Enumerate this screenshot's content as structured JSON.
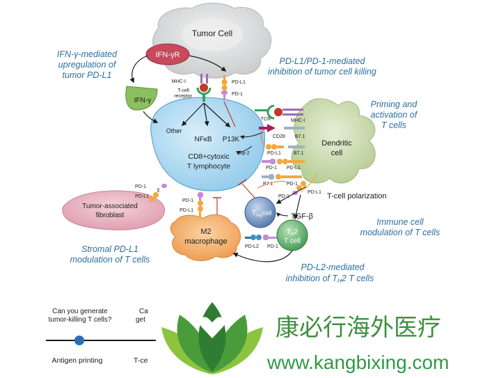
{
  "captions": {
    "ifn_upregulation_l1": "IFN-γ-mediated",
    "ifn_upregulation_l2": "upregulation of",
    "ifn_upregulation_l3": "tumor PD-L1",
    "pdl1_inhibition_l1": "PD-L1/PD-1-mediated",
    "pdl1_inhibition_l2": "inhibition of tumor cell killing",
    "priming_l1": "Priming and",
    "priming_l2": "activation of",
    "priming_l3": "T cells",
    "immune_mod_l1": "Immune cell",
    "immune_mod_l2": "modulation of T cells",
    "stromal_l1": "Stromal PD-L1",
    "stromal_l2": "modulation of T cells",
    "pdl2_l1": "PD-L2-mediated",
    "pdl2_l2_pre": "inhibition of T",
    "pdl2_l2_sub": "H",
    "pdl2_l2_post": "2 T cells"
  },
  "cells": {
    "tumor": "Tumor Cell",
    "tcell_l1": "CD8+cytoxic",
    "tcell_l2": "T lymphocyte",
    "dendritic_l1": "Dendritic",
    "dendritic_l2": "cell",
    "fibroblast_l1": "Tumor-associated",
    "fibroblast_l2": "fibroblast",
    "macrophage_l1": "M2",
    "macrophage_l2": "macrophage",
    "treg_main": "T",
    "treg_sub": "reg",
    "treg_suffix": "cell",
    "th2_main": "T",
    "th2_sub": "H",
    "th2_suffix": "2",
    "th2_l2": "T cell"
  },
  "labels": {
    "ifn_gamma_r": "IFN-γR",
    "ifn_gamma": "IFN-γ",
    "mhc1_top": "MHC-I",
    "tcr_top_l1": "T-cell",
    "tcr_top_l2": "receptor",
    "pdl1_top": "PD-L1",
    "pd1_top": "PD-1",
    "other": "Other",
    "nfkb": "NFκB",
    "p13k": "P13K",
    "shp2": "Shp-2",
    "tcr_right": "TCR",
    "mhc1_right": "MHC-I",
    "cd28": "CD28",
    "b71_a": "B7.1",
    "b71_b": "B7.1",
    "b71_c": "B7.1",
    "pdl1_r1": "PD-L1",
    "pdl1_r2": "PD-L1",
    "pd1_r": "PD-1",
    "pd1_r2": "PD-1",
    "pdl1_dc": "PD-L1",
    "pd1_dc": "PD-1",
    "pd1_fib": "PD-1",
    "pdl1_fib": "PD-L1",
    "pd1_mac": "PD-1",
    "pdl1_mac": "PD-L1",
    "pdl2": "PD-L2",
    "pd1_th2": "PD-1",
    "tcell_polarization": "T-cell polarization",
    "tgf_beta": "TGF-β"
  },
  "bottom": {
    "q1_l1": "Can you generate",
    "q1_l2": "tumor-killing T cells?",
    "q2_l1": "Ca",
    "q2_l2": "get",
    "step1": "Antigen printing",
    "step2": "T-ce"
  },
  "watermark": {
    "chinese": "康必行海外医疗",
    "url": "www.kangbixing.com"
  },
  "colors": {
    "caption_blue": "#2a6f9e",
    "tcell_blue": "#9fd0ec",
    "tumor_gray": "#d2d4d5",
    "dendritic_green": "#b9cf9a",
    "ifn_green": "#8cbf5d",
    "fibroblast_pink": "#e4a9b8",
    "macrophage_orange": "#f0a660",
    "treg_blue": "#5c84b3",
    "th2_green": "#4aa35c",
    "receptor_orange": "#f4a73b",
    "receptor_purple": "#9a6db0",
    "inhibit_red": "#c0392b",
    "logo_green": "#3d8f3f",
    "url_green": "#2e9a44"
  }
}
